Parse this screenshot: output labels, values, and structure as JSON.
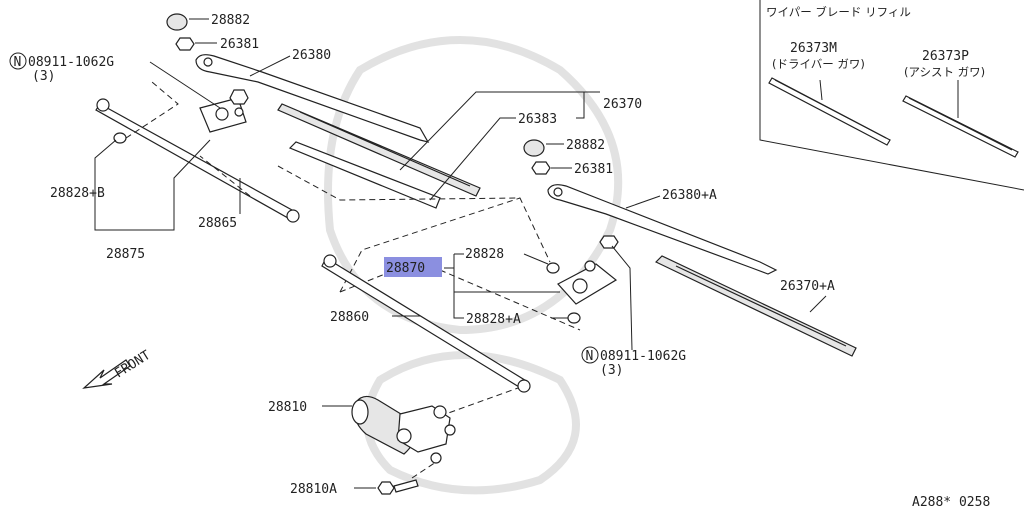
{
  "labels": {
    "p28882_top": "28882",
    "p26381_top": "26381",
    "p08911_left": "08911-1062G",
    "p08911_left_qty": "(3)",
    "p26380": "26380",
    "p28828b": "28828+B",
    "p28865": "28865",
    "p28875": "28875",
    "p26383": "26383",
    "p26370": "26370",
    "p28882_mid": "28882",
    "p26381_mid": "26381",
    "p26380a": "26380+A",
    "p28828": "28828",
    "p28870": "28870",
    "p28828a": "28828+A",
    "p26370a": "26370+A",
    "p28860": "28860",
    "p08911_right": "08911-1062G",
    "p08911_right_qty": "(3)",
    "p28810": "28810",
    "p28810a": "28810A",
    "front": "FRONT",
    "refill_title": "ワイパー ブレード リフィル",
    "p26373m": "26373M",
    "p26373m_note": "(ドライバー ガワ)",
    "p26373p": "26373P",
    "p26373p_note": "(アシスト ガワ)",
    "figure_code": "A288* 0258",
    "nut_symbol": "N"
  },
  "colors": {
    "highlight": "#8b8fe0",
    "line": "#222222"
  }
}
